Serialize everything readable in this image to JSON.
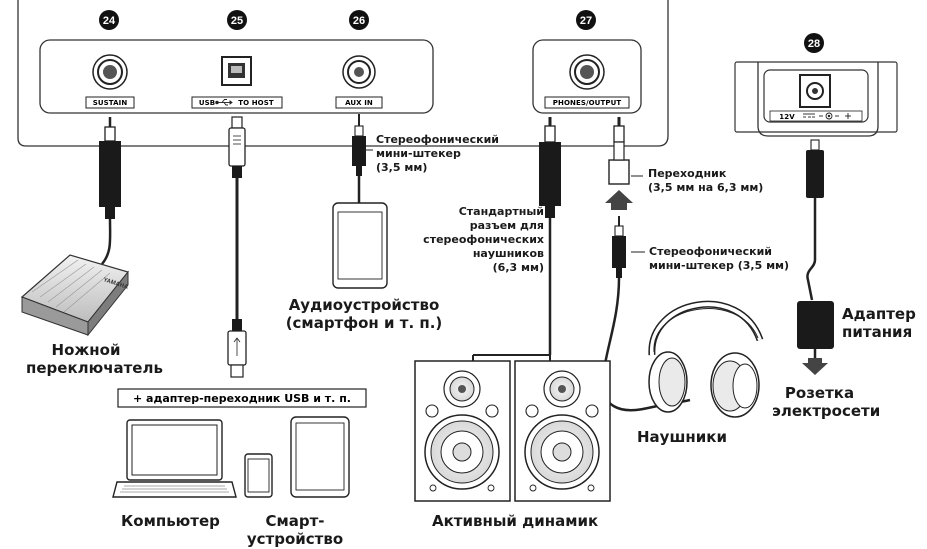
{
  "callouts": {
    "c24": "24",
    "c25": "25",
    "c26": "26",
    "c27": "27",
    "c28": "28"
  },
  "jacks": {
    "sustain": "SUSTAIN",
    "usb_prefix": "USB",
    "usb_suffix": "TO HOST",
    "aux_in": "AUX IN",
    "phones_output": "PHONES/OUTPUT",
    "dc_in": "12V"
  },
  "labels": {
    "stereo_mini_plug": [
      "Стереофонический",
      "мини-штекер",
      "(3,5 мм)"
    ],
    "adapter_plug": [
      "Переходник",
      "(3,5 мм на 6,3 мм)"
    ],
    "standard_jack": [
      "Стандартный",
      "разъем для",
      "стереофонических",
      "наушников",
      "(6,3 мм)"
    ],
    "stereo_mini_plug_2": [
      "Стереофонический",
      "мини-штекер (3,5 мм)"
    ],
    "audio_device": [
      "Аудиоустройство",
      "(смартфон и т. п.)"
    ],
    "foot_switch": [
      "Ножной",
      "переключатель"
    ],
    "usb_adapter_note": "+ адаптер-переходник USB и т. п.",
    "computer": "Компьютер",
    "smart_device": [
      "Смарт-",
      "устройство"
    ],
    "active_speaker": "Активный динамик",
    "headphones": "Наушники",
    "power_adapter": [
      "Адаптер",
      "питания"
    ],
    "ac_outlet": [
      "Розетка",
      "электросети"
    ]
  },
  "pedal_brand": "YAMAHA"
}
